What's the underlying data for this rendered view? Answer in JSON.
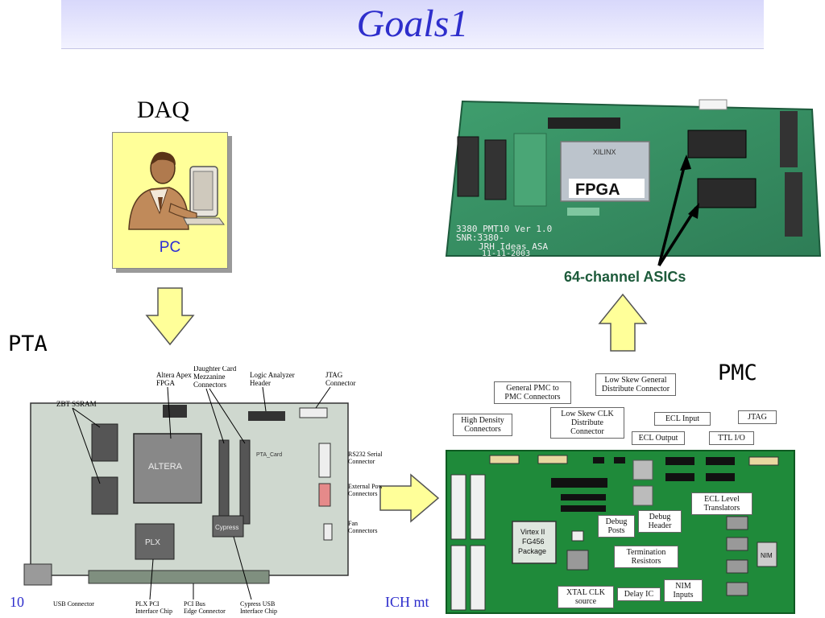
{
  "slide": {
    "title": "Goals1",
    "footer_left": "10",
    "footer_center": "ICH mt"
  },
  "blocks": {
    "daq_label": "DAQ",
    "pc_label": "PC",
    "pta_label": "PTA",
    "pmc_label": "PMC"
  },
  "pmc_photo": {
    "fpga_label": "FPGA",
    "chip_brand": "XILINX",
    "silkscreen_line1": "3380_PMT10  Ver 1.0",
    "silkscreen_line2": "SNR:3380-",
    "silkscreen_line3": "JRH Ideas ASA",
    "silkscreen_line4": "11-11-2003",
    "asic_caption": "64-channel ASICs"
  },
  "pta_diagram": {
    "callouts": {
      "zbt": "ZBT SSRAM",
      "altera_line1": "Altera Apex",
      "altera_line2": "FPGA",
      "daughter_line1": "Daughter Card",
      "daughter_line2": "Mezzanine",
      "daughter_line3": "Connectors",
      "logic_line1": "Logic Analyzer",
      "logic_line2": "Header",
      "jtag_line1": "JTAG",
      "jtag_line2": "Connector",
      "rs232_line1": "RS232 Serial",
      "rs232_line2": "Connector",
      "extpow_line1": "External Pow",
      "extpow_line2": "Connectors",
      "fan_line1": "Fan",
      "fan_line2": "Connectors",
      "usb": "USB Connector",
      "plx_line1": "PLX PCI",
      "plx_line2": "Interface Chip",
      "pcibus_line1": "PCI Bus",
      "pcibus_line2": "Edge Connector",
      "cypress_line1": "Cypress USB",
      "cypress_line2": "Interface Chip"
    },
    "chip_labels": {
      "main_fpga": "ALTERA",
      "plx": "PLX",
      "cypress": "Cypress",
      "board_name": "PTA_Card"
    }
  },
  "pmc_diagram": {
    "callouts": {
      "high_density": "High Density Connectors",
      "general_pmc": "General PMC to PMC Connectors",
      "low_skew_clk": "Low Skew CLK Distribute Connector",
      "low_skew_general": "Low Skew General Distribute Connector",
      "ecl_input": "ECL Input",
      "ecl_output": "ECL Output",
      "ttl_io": "TTL I/O",
      "jtag": "JTAG",
      "ecl_level": "ECL Level Translators",
      "debug_header": "Debug Header",
      "debug_posts": "Debug Posts",
      "termination": "Termination Resistors",
      "nim_inputs": "NIM Inputs",
      "delay_ic": "Delay IC",
      "xtal": "XTAL CLK source"
    },
    "virtex_line1": "Virtex II",
    "virtex_line2": "FG456",
    "virtex_line3": "Package",
    "nim_chip": "NIM"
  }
}
